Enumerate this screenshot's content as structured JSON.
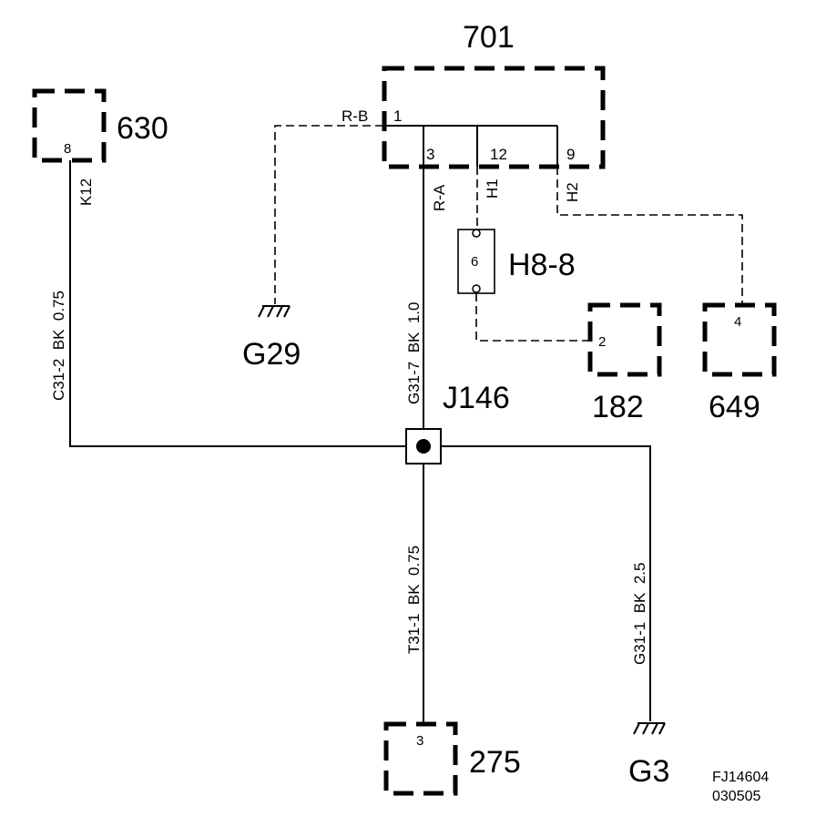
{
  "components": {
    "c701": {
      "label": "701",
      "pins": {
        "p1": "1",
        "p3": "3",
        "p12": "12",
        "p9": "9"
      }
    },
    "c630": {
      "label": "630",
      "pin": "8"
    },
    "c182": {
      "label": "182",
      "pin": "2"
    },
    "c649": {
      "label": "649",
      "pin": "4"
    },
    "c275": {
      "label": "275",
      "pin": "3"
    },
    "fuse": {
      "label": "H8-8",
      "pin": "6"
    },
    "junction": {
      "label": "J146"
    },
    "g29": {
      "label": "G29"
    },
    "g3": {
      "label": "G3"
    }
  },
  "wires": {
    "rb": "R-B",
    "ra": "R-A",
    "h1": "H1",
    "h2": "H2",
    "k12": "K12",
    "c31_2": "C31-2  BK  0.75",
    "g31_7": "G31-7  BK  1.0",
    "t31_1": "T31-1  BK  0.75",
    "g31_1": "G31-1  BK  2.5"
  },
  "footer": {
    "code1": "FJ14604",
    "code2": "030505"
  }
}
